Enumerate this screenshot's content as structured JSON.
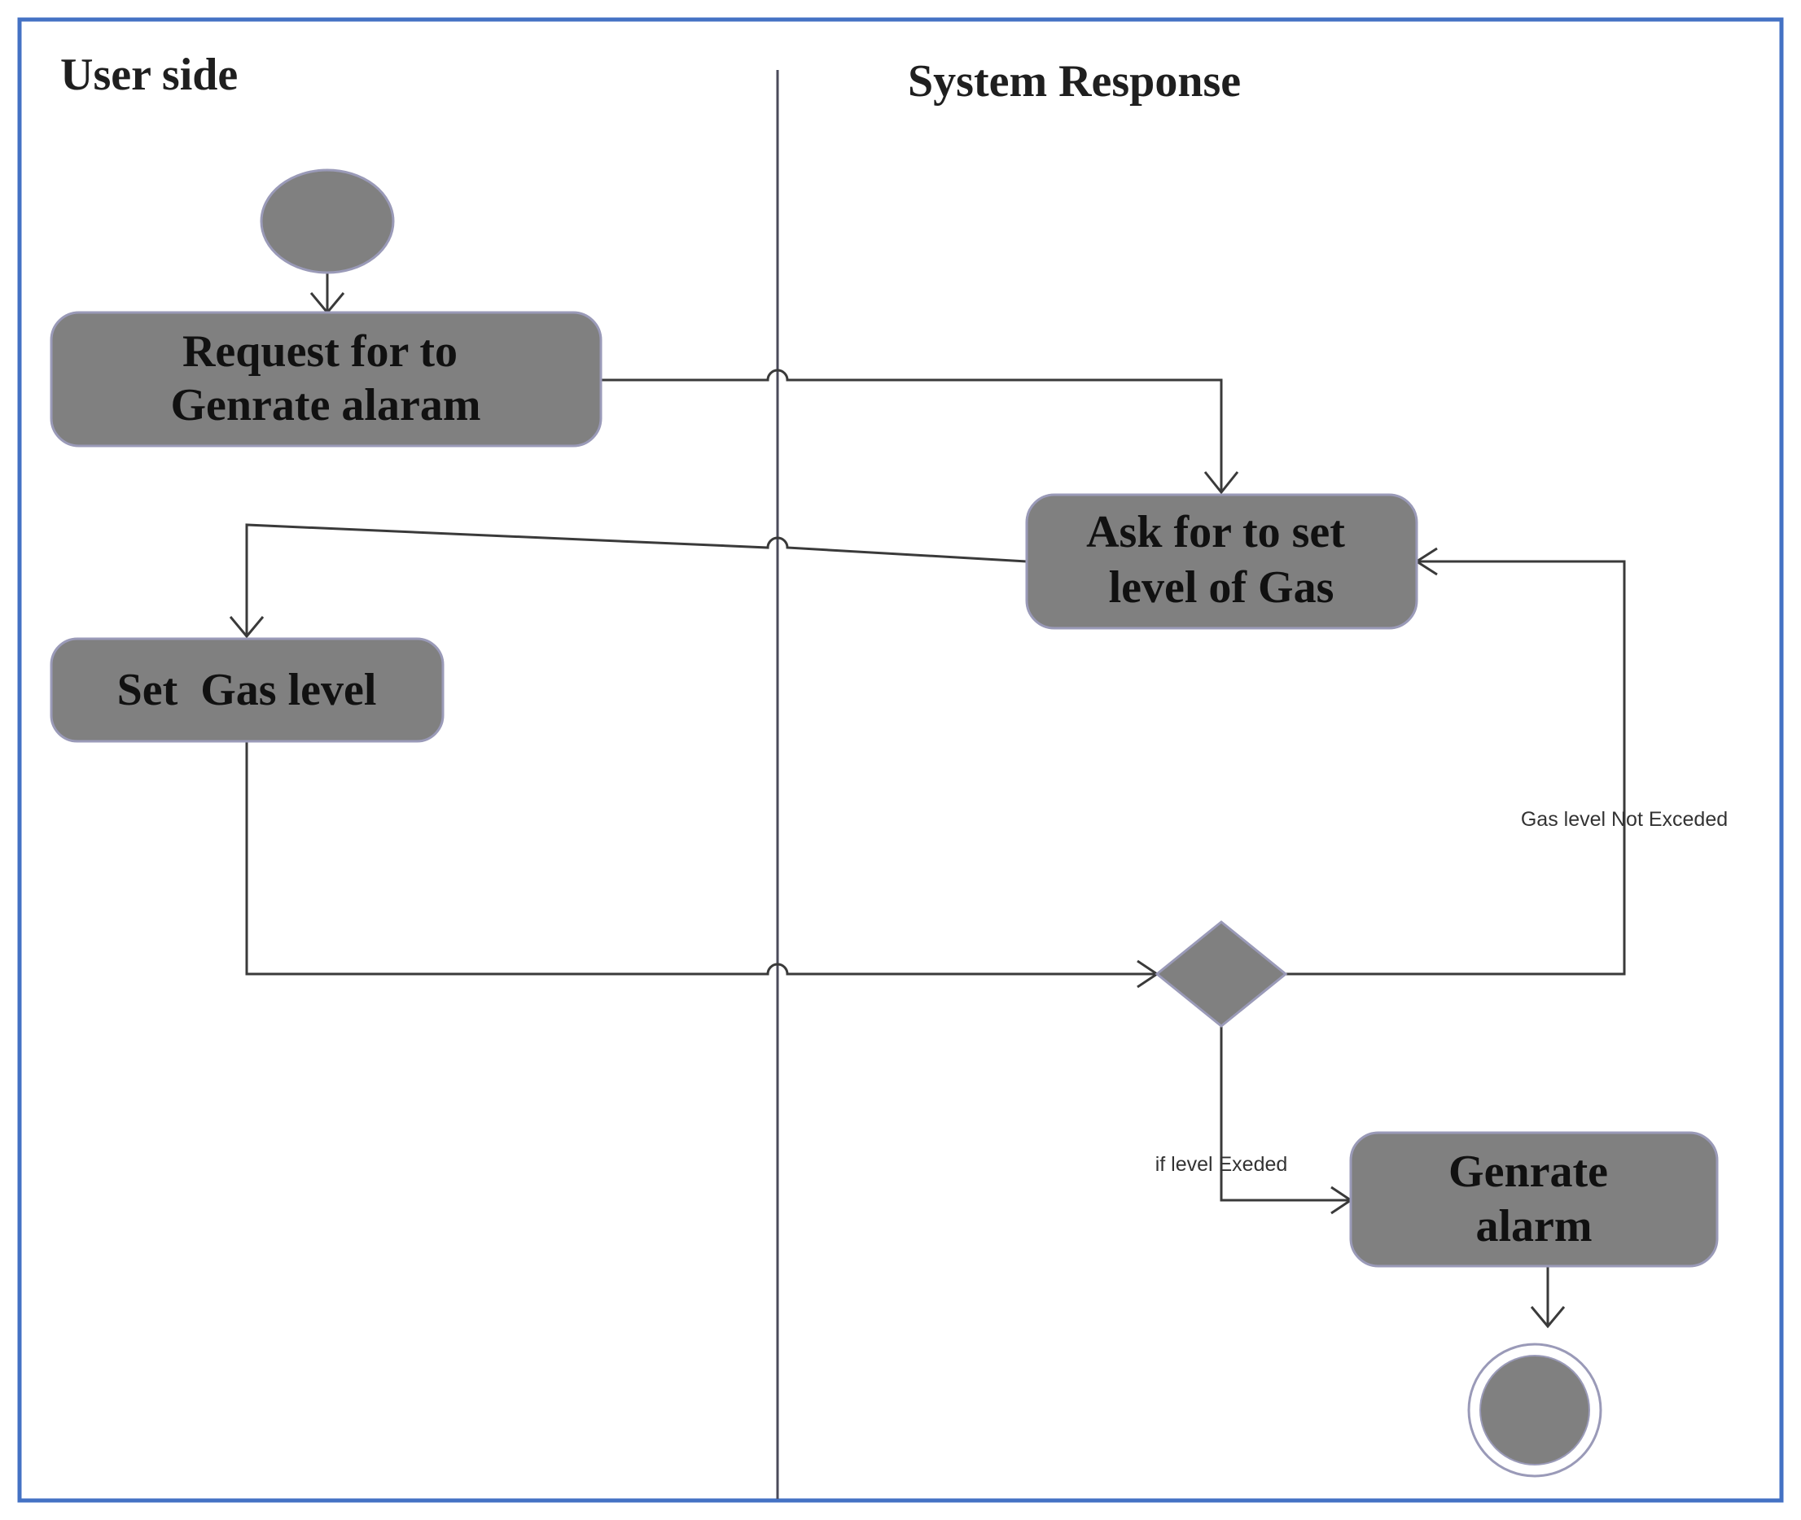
{
  "diagram": {
    "type": "uml-activity-diagram",
    "colors": {
      "frame_border": "#4472c4",
      "node_fill": "#808080",
      "node_outline": "#9a9ab8",
      "edge": "#3a3a3a",
      "lane_divider": "#4a4a5a"
    },
    "lanes": [
      {
        "id": "user",
        "title": "User side"
      },
      {
        "id": "system",
        "title": "System Response"
      }
    ],
    "nodes": {
      "request": {
        "lines": [
          "Request for to",
          "Genrate alaram"
        ]
      },
      "ask": {
        "lines": [
          "Ask for to set",
          "level of Gas"
        ]
      },
      "set": {
        "lines": [
          "Set  Gas level"
        ]
      },
      "generate": {
        "lines": [
          "Genrate",
          "alarm"
        ]
      }
    },
    "guards": {
      "not_exceeded": "Gas level Not Exceded",
      "exceeded": "if level Exeded"
    }
  }
}
